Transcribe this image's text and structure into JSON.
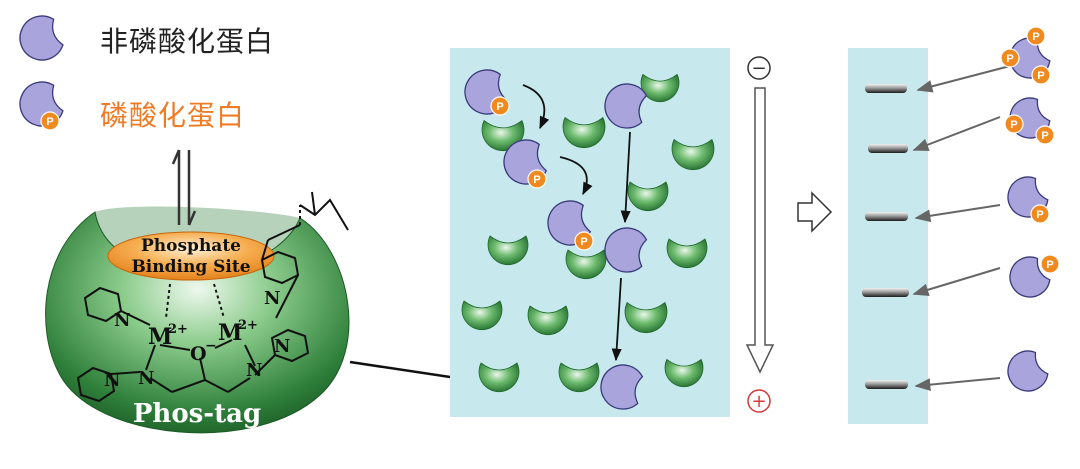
{
  "legend": {
    "non_phospho_label": "非磷酸化蛋白",
    "phospho_label": "磷酸化蛋白"
  },
  "phostag": {
    "site_line1": "Phosphate",
    "site_line2": "Binding Site",
    "metal": "M",
    "charge": "2+",
    "oxygen": "O",
    "oxygen_charge": "−",
    "nitrogen": "N",
    "name": "Phos-tag"
  },
  "gel": {
    "minus_symbol": "−",
    "plus_symbol": "+"
  },
  "phospho_badge": "P",
  "colors": {
    "protein_fill": "#a9a5dc",
    "protein_stroke": "#3a3a7a",
    "phospho_orange": "#f08a1e",
    "gel_bg": "#c7e9ee",
    "phostag_green": "#2f7a3c",
    "site_orange": "#f0922a",
    "label_black": "#222222",
    "label_orange": "#f07b25",
    "minus_color": "#333333",
    "plus_color": "#d23a3a"
  },
  "icons": {
    "protein": "pacman-protein-icon",
    "phospho": "phosphate-badge-icon",
    "phostag": "phos-tag-bead-icon",
    "next": "outline-arrow-right-icon"
  }
}
